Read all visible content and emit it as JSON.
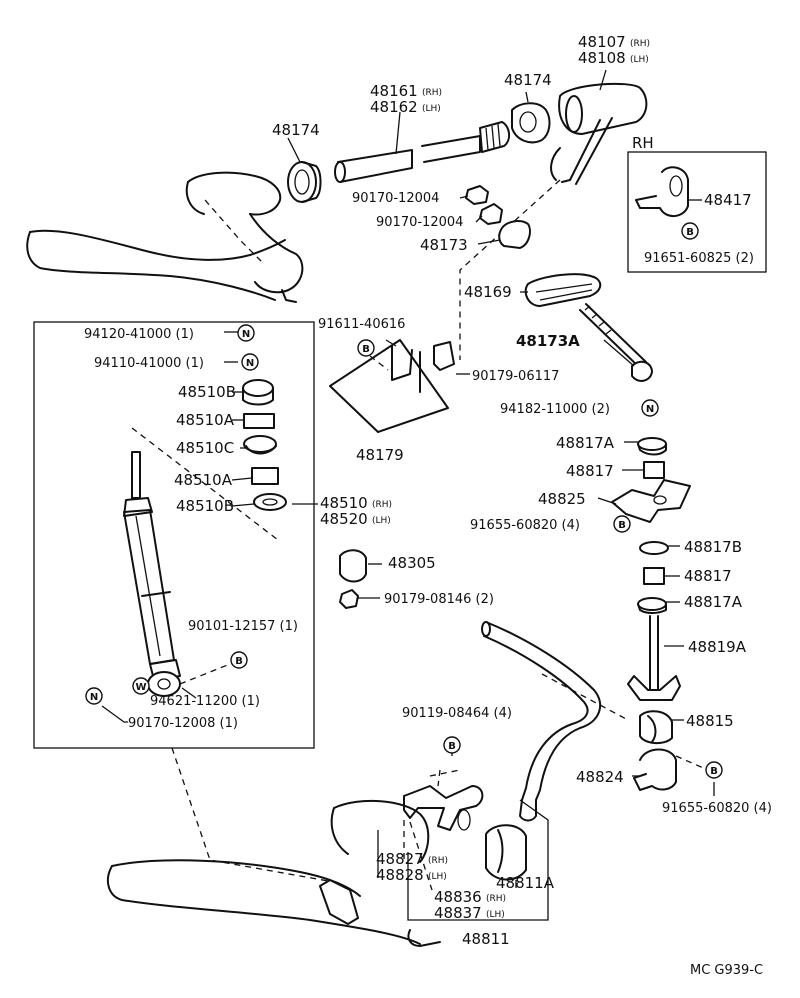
{
  "labels": {
    "p48107": "48107",
    "p48107_suffix": "(RH)",
    "p48108": "48108",
    "p48108_suffix": "(LH)",
    "p48174_top": "48174",
    "p48161": "48161",
    "p48161_suffix": "(RH)",
    "p48162": "48162",
    "p48162_suffix": "(LH)",
    "p48174_left": "48174",
    "rh_box_title": "RH",
    "p48417": "48417",
    "p91651": "91651-60825 (2)",
    "p90170_a": "90170-12004",
    "p90170_b": "90170-12004",
    "p48173": "48173",
    "p48169": "48169",
    "p48173A": "48173A",
    "p94120": "94120-41000 (1)",
    "p94110": "94110-41000 (1)",
    "p91611": "91611-40616",
    "p90179_06117": "90179-06117",
    "p48510B_a": "48510B",
    "p48510A_a": "48510A",
    "p48510C": "48510C",
    "p48510A_b": "48510A",
    "p48510B_b": "48510B",
    "p48510": "48510",
    "p48510_suffix": "(RH)",
    "p48520": "48520",
    "p48520_suffix": "(LH)",
    "p48179": "48179",
    "p94182": "94182-11000 (2)",
    "p48817A_a": "48817A",
    "p48817_a": "48817",
    "p48825": "48825",
    "p91655_a": "91655-60820 (4)",
    "p48305": "48305",
    "p90179_08146": "90179-08146 (2)",
    "p48817B": "48817B",
    "p48817_b": "48817",
    "p48817A_b": "48817A",
    "p90101": "90101-12157 (1)",
    "p94621": "94621-11200 (1)",
    "p90170_12008": "90170-12008 (1)",
    "p48819A": "48819A",
    "p90119": "90119-08464 (4)",
    "p48815": "48815",
    "p48824": "48824",
    "p91655_b": "91655-60820 (4)",
    "p48827": "48827",
    "p48827_suffix": "(RH)",
    "p48828": "48828",
    "p48828_suffix": "(LH)",
    "p48836": "48836",
    "p48836_suffix": "(RH)",
    "p48837": "48837",
    "p48837_suffix": "(LH)",
    "p48811A": "48811A",
    "p48811": "48811",
    "diagram_code": "MC G939-C"
  },
  "badges": {
    "n": "N",
    "b": "B",
    "w": "W"
  }
}
